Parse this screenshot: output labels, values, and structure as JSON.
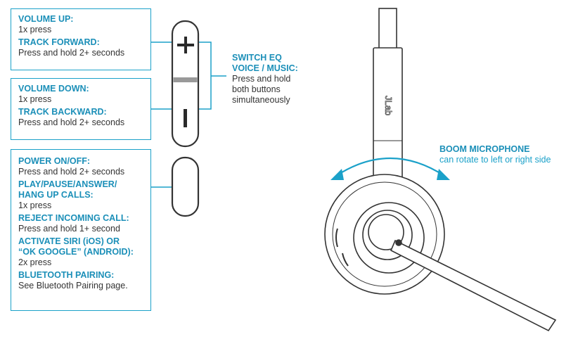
{
  "boxes": {
    "top": [
      {
        "title": "VOLUME UP:",
        "desc": "1x press"
      },
      {
        "title": "TRACK FORWARD:",
        "desc": "Press and hold 2+ seconds"
      }
    ],
    "middle": [
      {
        "title": "VOLUME DOWN:",
        "desc": "1x press"
      },
      {
        "title": "TRACK BACKWARD:",
        "desc": "Press and hold 2+ seconds"
      }
    ],
    "bottom": [
      {
        "title": "POWER ON/OFF:",
        "desc": "Press and hold 2+ seconds"
      },
      {
        "title_l1": "PLAY/PAUSE/ANSWER/",
        "title_l2": "HANG UP CALLS:",
        "desc": "1x press"
      },
      {
        "title": "REJECT INCOMING CALL:",
        "desc": "Press and hold 1+ second"
      },
      {
        "title_l1": "ACTIVATE SIRI (iOS) OR",
        "title_l2": "“OK GOOGLE” (ANDROID):",
        "desc": "2x press"
      },
      {
        "title": "BLUETOOTH PAIRING:",
        "desc": "See Bluetooth Pairing page."
      }
    ]
  },
  "switch_eq": {
    "title_l1": "SWITCH EQ",
    "title_l2": "VOICE / MUSIC:",
    "desc_l1": "Press and hold",
    "desc_l2": "both buttons",
    "desc_l3": "simultaneously"
  },
  "boom": {
    "title": "BOOM MICROPHONE",
    "desc": "can rotate to left or right side"
  },
  "headband_logo": "JLab",
  "colors": {
    "accent": "#1ba1c9",
    "heading": "#1b8fb8",
    "outline": "#333333",
    "body": "#333333"
  }
}
